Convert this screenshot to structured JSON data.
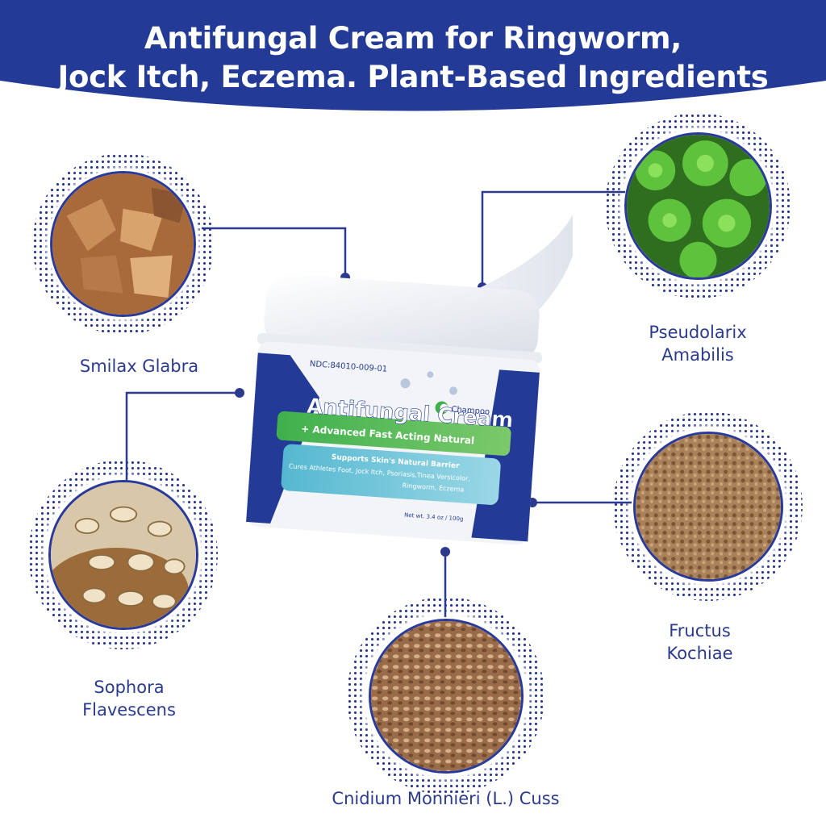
{
  "headline": {
    "line1": "Antifungal Cream for Ringworm,",
    "line2": "Jock Itch, Eczema. Plant-Based Ingredients"
  },
  "product": {
    "ndc": "NDC:84010-009-01",
    "brand": "Champoo",
    "name": "Antifungal Cream",
    "tagline": "+ Advanced Fast Acting Natural",
    "support": "Supports Skin's Natural Barrier",
    "cures1": "Cures Athletes Foot, Jock Itch, Psoriasis,Tinea Versicolor,",
    "cures2": "Ringworm, Eczema",
    "net_wt": "Net wt. 3.4 oz / 100g"
  },
  "ingredients": [
    {
      "line1": "Smilax Glabra",
      "line2": ""
    },
    {
      "line1": "Pseudolarix",
      "line2": "Amabilis"
    },
    {
      "line1": "Sophora",
      "line2": "Flavescens"
    },
    {
      "line1": "Fructus",
      "line2": "Kochiae"
    },
    {
      "line1": "Cnidium Monnieri (L.) Cuss",
      "line2": ""
    }
  ],
  "colors": {
    "brand_blue": "#233a97",
    "label_text": "#2b3a8f",
    "accent_green": "#3fb04d",
    "accent_teal": "#55b8d0"
  },
  "icons": [
    "leaf-logo-icon",
    "molecule-icon"
  ]
}
